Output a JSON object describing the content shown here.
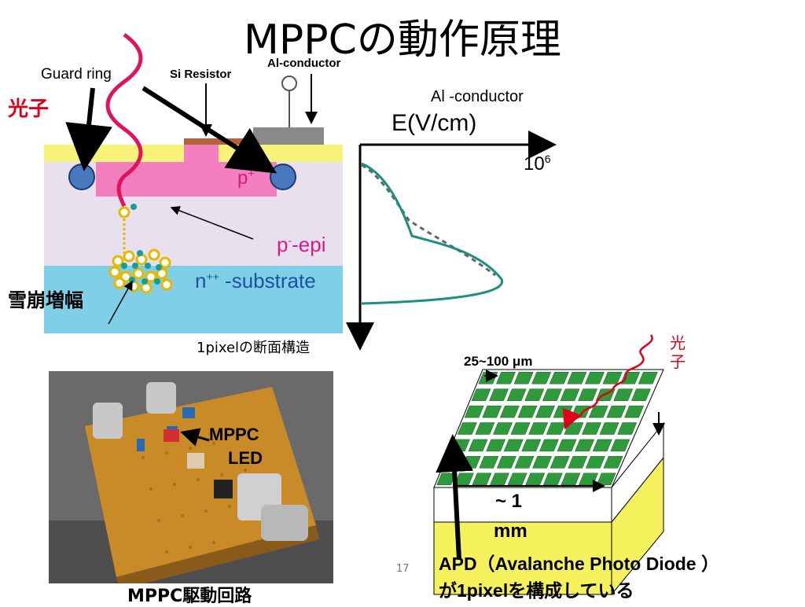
{
  "slide": {
    "title": "MPPCの動作原理",
    "page_number": "17"
  },
  "cross_section": {
    "guard_ring": "Guard ring",
    "si_resistor": "Si Resistor",
    "al_conductor": "Al-conductor",
    "photon": "光子",
    "p_plus": "p",
    "p_plus_sup": "+",
    "p_epi": "p",
    "p_epi_sup": "-",
    "p_epi_suffix": "-epi",
    "n_substrate": "n",
    "n_substrate_sup": "++",
    "n_substrate_suffix": " -substrate",
    "avalanche": "雪崩増幅",
    "caption": "1pixelの断面構造"
  },
  "field_plot": {
    "al_conductor": "Al -conductor",
    "axis_label": "E(V/cm)",
    "scale_base": "10",
    "scale_exp": "6"
  },
  "board": {
    "mppc": "MPPC",
    "led": "LED",
    "caption": "MPPC駆動回路"
  },
  "apd": {
    "photon_line1": "光",
    "photon_line2": "子",
    "pitch": "25~100 μm",
    "size_line1": "~ 1",
    "size_line2": "mm",
    "caption_line1": "APD（Avalanche Photo Diode ）",
    "caption_line2": "が1pixelを構成している"
  },
  "colors": {
    "title": "#000000",
    "accent_red": "#e0001a",
    "p_plus": "#f37fbf",
    "epi": "#e8e0ef",
    "substrate": "#7fd0e6",
    "guard": "#4a78c0",
    "oxide": "#f7f27a",
    "grid_green": "#2f9a3c",
    "side_yellow": "#f5f25e"
  }
}
